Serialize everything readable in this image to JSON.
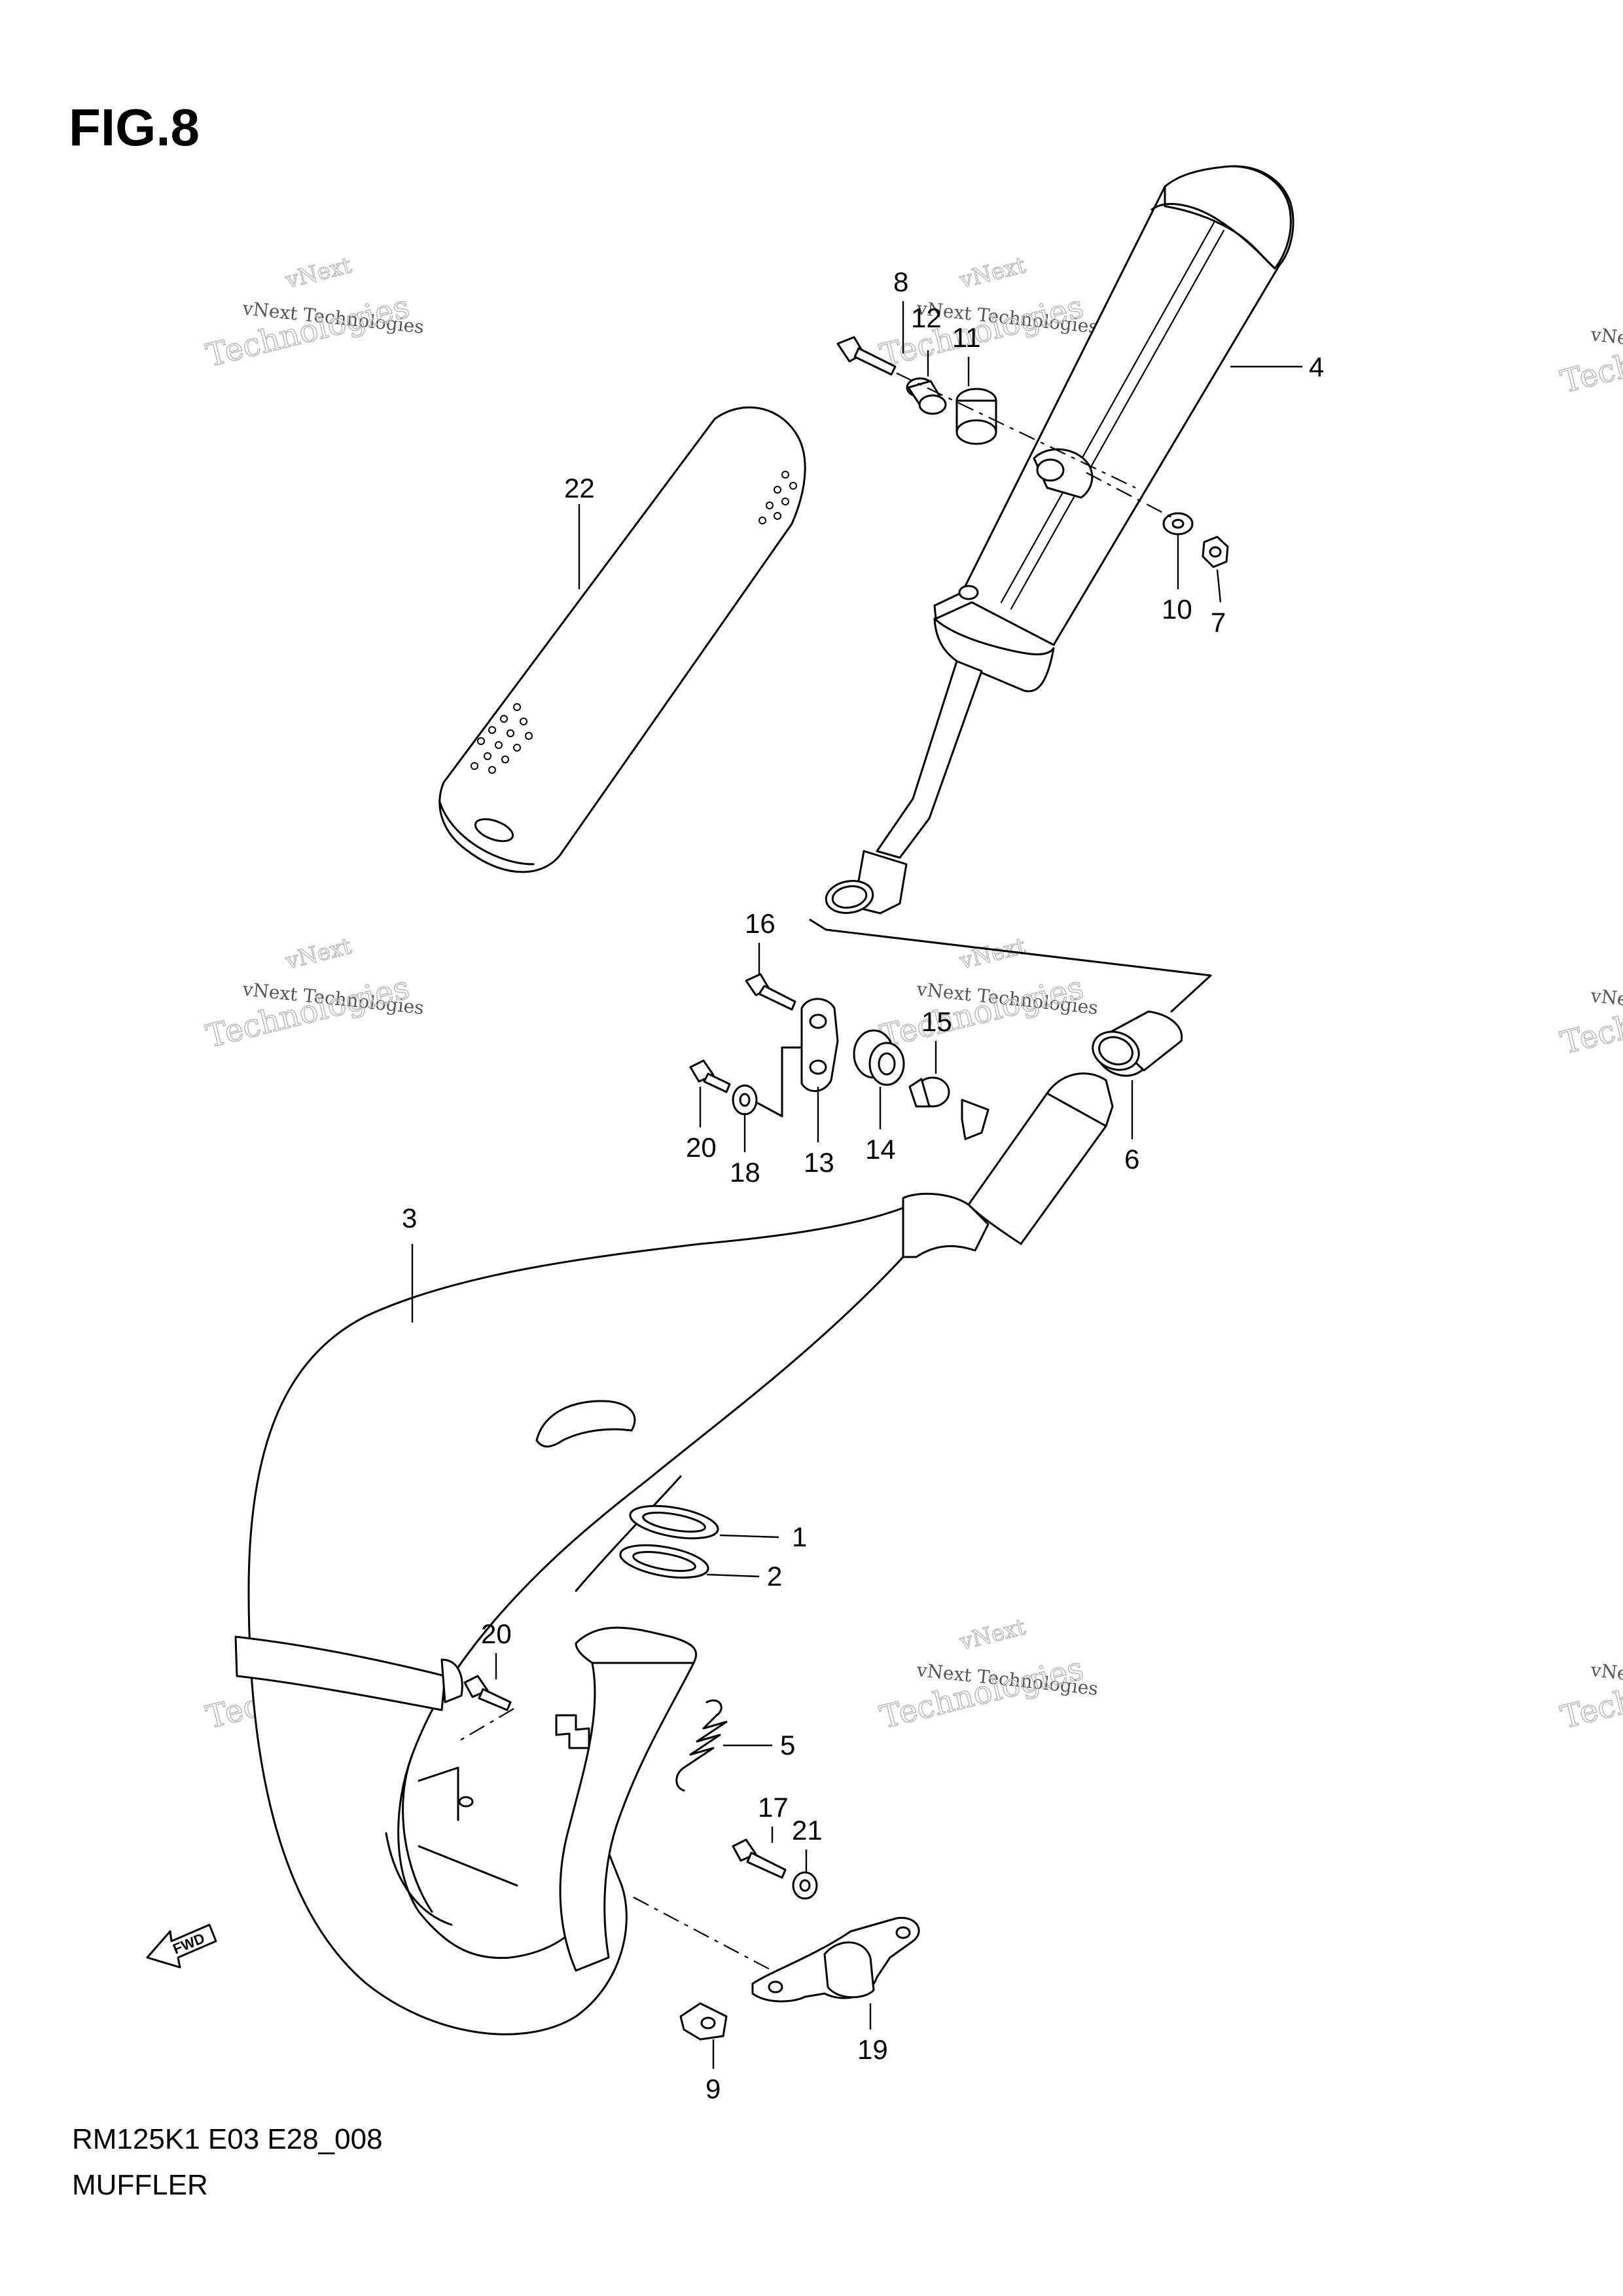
{
  "figure": {
    "title": "FIG.8",
    "model_code": "RM125K1 E03 E28_008",
    "section_name": "MUFFLER",
    "direction_label": "FWD"
  },
  "watermark": {
    "line_a": "vNext",
    "line_b": "vNext Technologies",
    "line_c": "Technologies"
  },
  "callouts": [
    {
      "id": "c1",
      "label": "1"
    },
    {
      "id": "c2",
      "label": "2"
    },
    {
      "id": "c3",
      "label": "3"
    },
    {
      "id": "c4",
      "label": "4"
    },
    {
      "id": "c5",
      "label": "5"
    },
    {
      "id": "c6",
      "label": "6"
    },
    {
      "id": "c7",
      "label": "7"
    },
    {
      "id": "c8",
      "label": "8"
    },
    {
      "id": "c9",
      "label": "9"
    },
    {
      "id": "c10",
      "label": "10"
    },
    {
      "id": "c11",
      "label": "11"
    },
    {
      "id": "c12",
      "label": "12"
    },
    {
      "id": "c13",
      "label": "13"
    },
    {
      "id": "c14",
      "label": "14"
    },
    {
      "id": "c15",
      "label": "15"
    },
    {
      "id": "c16",
      "label": "16"
    },
    {
      "id": "c17",
      "label": "17"
    },
    {
      "id": "c18",
      "label": "18"
    },
    {
      "id": "c19",
      "label": "19"
    },
    {
      "id": "c20a",
      "label": "20"
    },
    {
      "id": "c20b",
      "label": "20"
    },
    {
      "id": "c21",
      "label": "21"
    },
    {
      "id": "c22",
      "label": "22"
    }
  ]
}
